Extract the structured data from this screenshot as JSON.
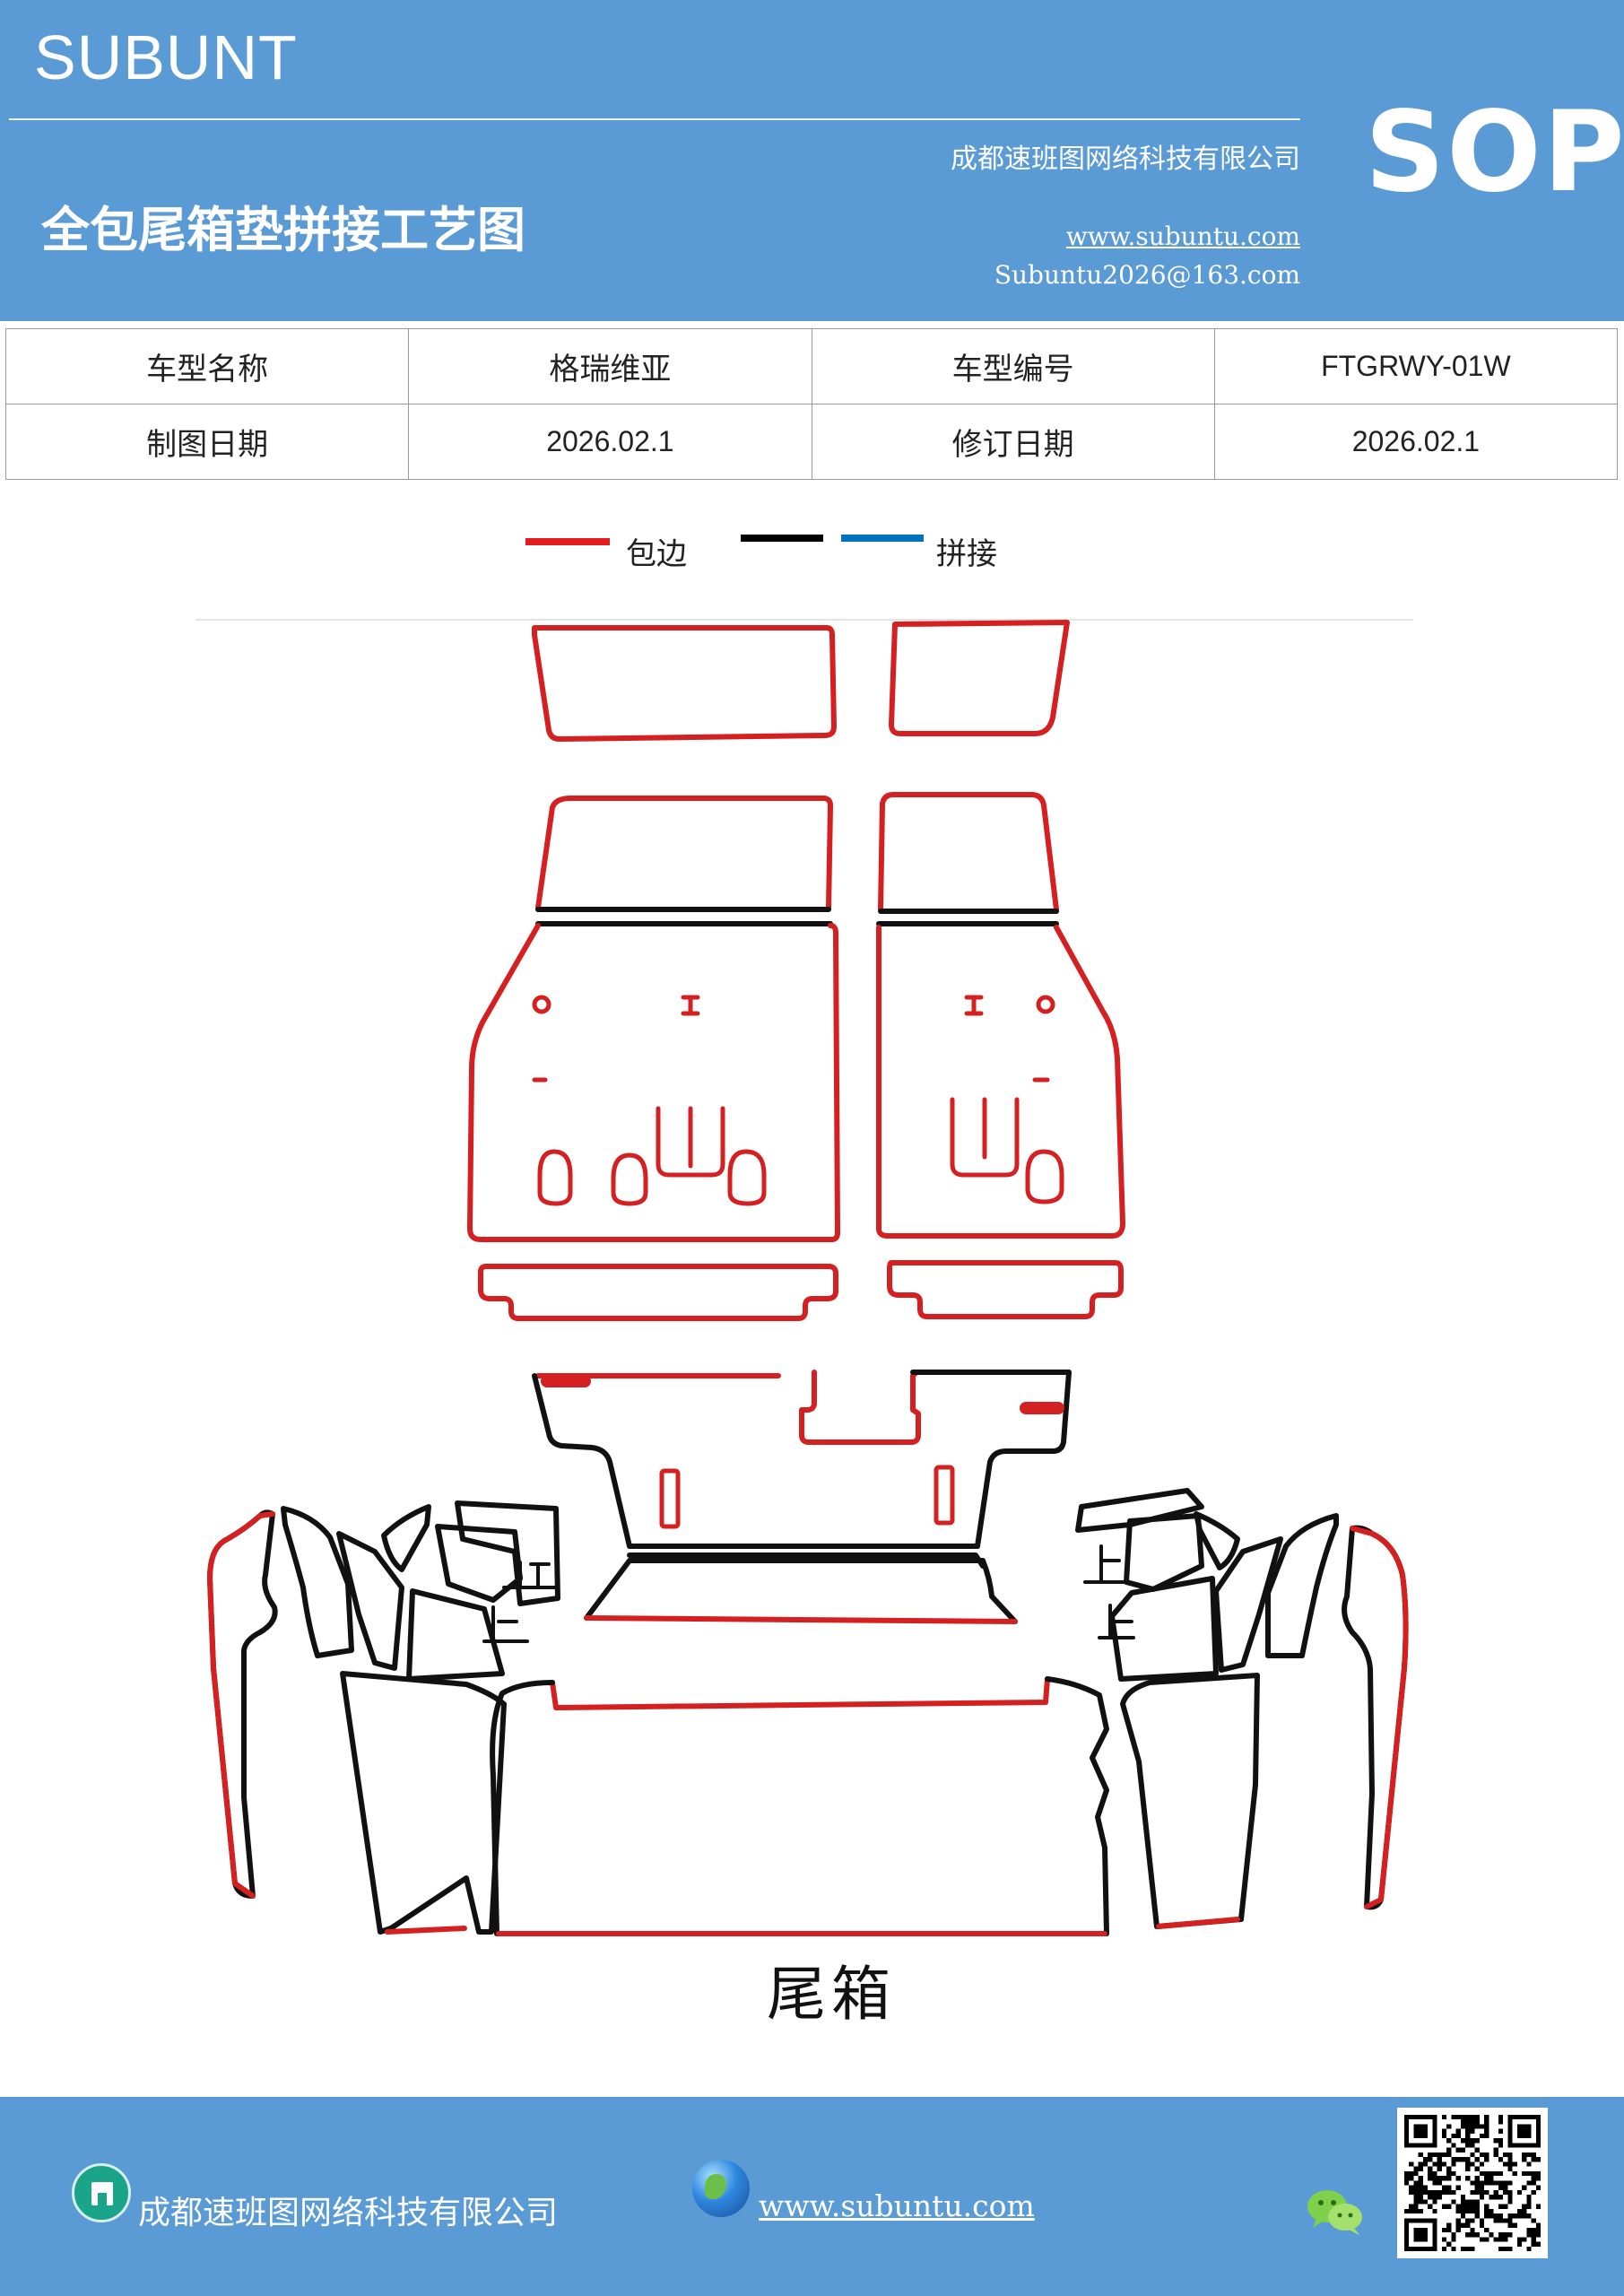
{
  "header": {
    "brand": "SUBUNT",
    "company": "成都速班图网络科技有限公司",
    "title": "全包尾箱垫拼接工艺图",
    "website": "www.subuntu.com",
    "email": "Subuntu2026@163.com",
    "badge": "SOP"
  },
  "info_table": {
    "rows": [
      {
        "label1": "车型名称",
        "value1": "格瑞维亚",
        "label2": "车型编号",
        "value2": "FTGRWY-01W"
      },
      {
        "label1": "制图日期",
        "value1": "2026.02.1",
        "label2": "修订日期",
        "value2": "2026.02.1"
      }
    ]
  },
  "legend": {
    "items": [
      {
        "label": "包边",
        "color": "#e31d1d"
      },
      {
        "label": "",
        "color": "#000000"
      },
      {
        "label": "拼接",
        "color": "#0070c0"
      }
    ]
  },
  "diagram": {
    "label": "尾箱",
    "colors": {
      "edge": "#d42020",
      "seam": "#111111"
    }
  },
  "footer": {
    "company": "成都速班图网络科技有限公司",
    "website": "www.subuntu.com",
    "icons": [
      "building-icon",
      "globe-icon",
      "wechat-icon",
      "qr-code"
    ]
  }
}
